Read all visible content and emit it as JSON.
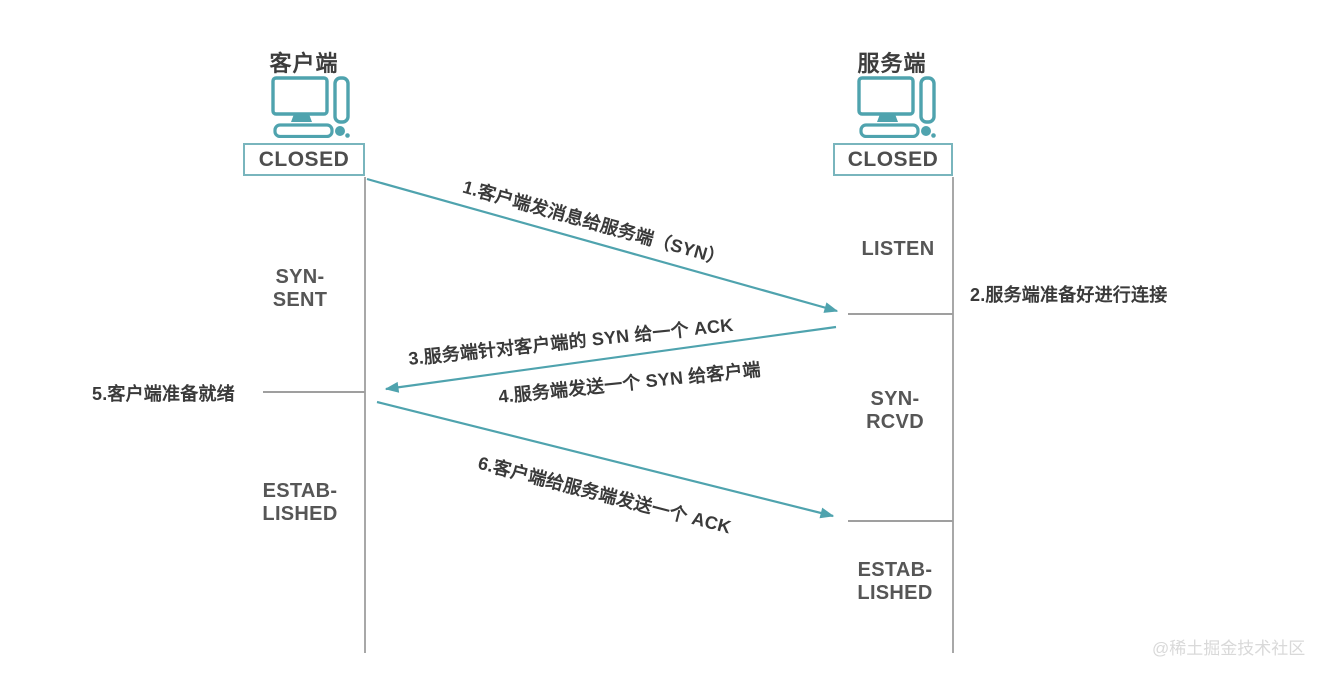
{
  "client": {
    "title": "客户端",
    "closed": "CLOSED",
    "state_syn_sent": "SYN-\nSENT",
    "state_established": "ESTAB-\nLISHED"
  },
  "server": {
    "title": "服务端",
    "closed": "CLOSED",
    "state_listen": "LISTEN",
    "state_syn_rcvd": "SYN-\nRCVD",
    "state_established": "ESTAB-\nLISHED"
  },
  "messages": {
    "m1": "1.客户端发消息给服务端（SYN）",
    "m3": "3.服务端针对客户端的 SYN 给一个 ACK",
    "m4": "4.服务端发送一个 SYN 给客户端",
    "m6": "6.客户端给服务端发送一个 ACK"
  },
  "annotations": {
    "server_ready": "2.服务端准备好进行连接",
    "client_ready": "5.客户端准备就绪"
  },
  "watermark": "@稀土掘金技术社区",
  "colors": {
    "accent_teal": "#4FA3AE",
    "box_border_teal": "#79B5BD",
    "line_gray": "#A8A8A8",
    "text_dark": "#3A3A3A",
    "state_gray": "#565656",
    "watermark_gray": "#D9D9D9"
  }
}
